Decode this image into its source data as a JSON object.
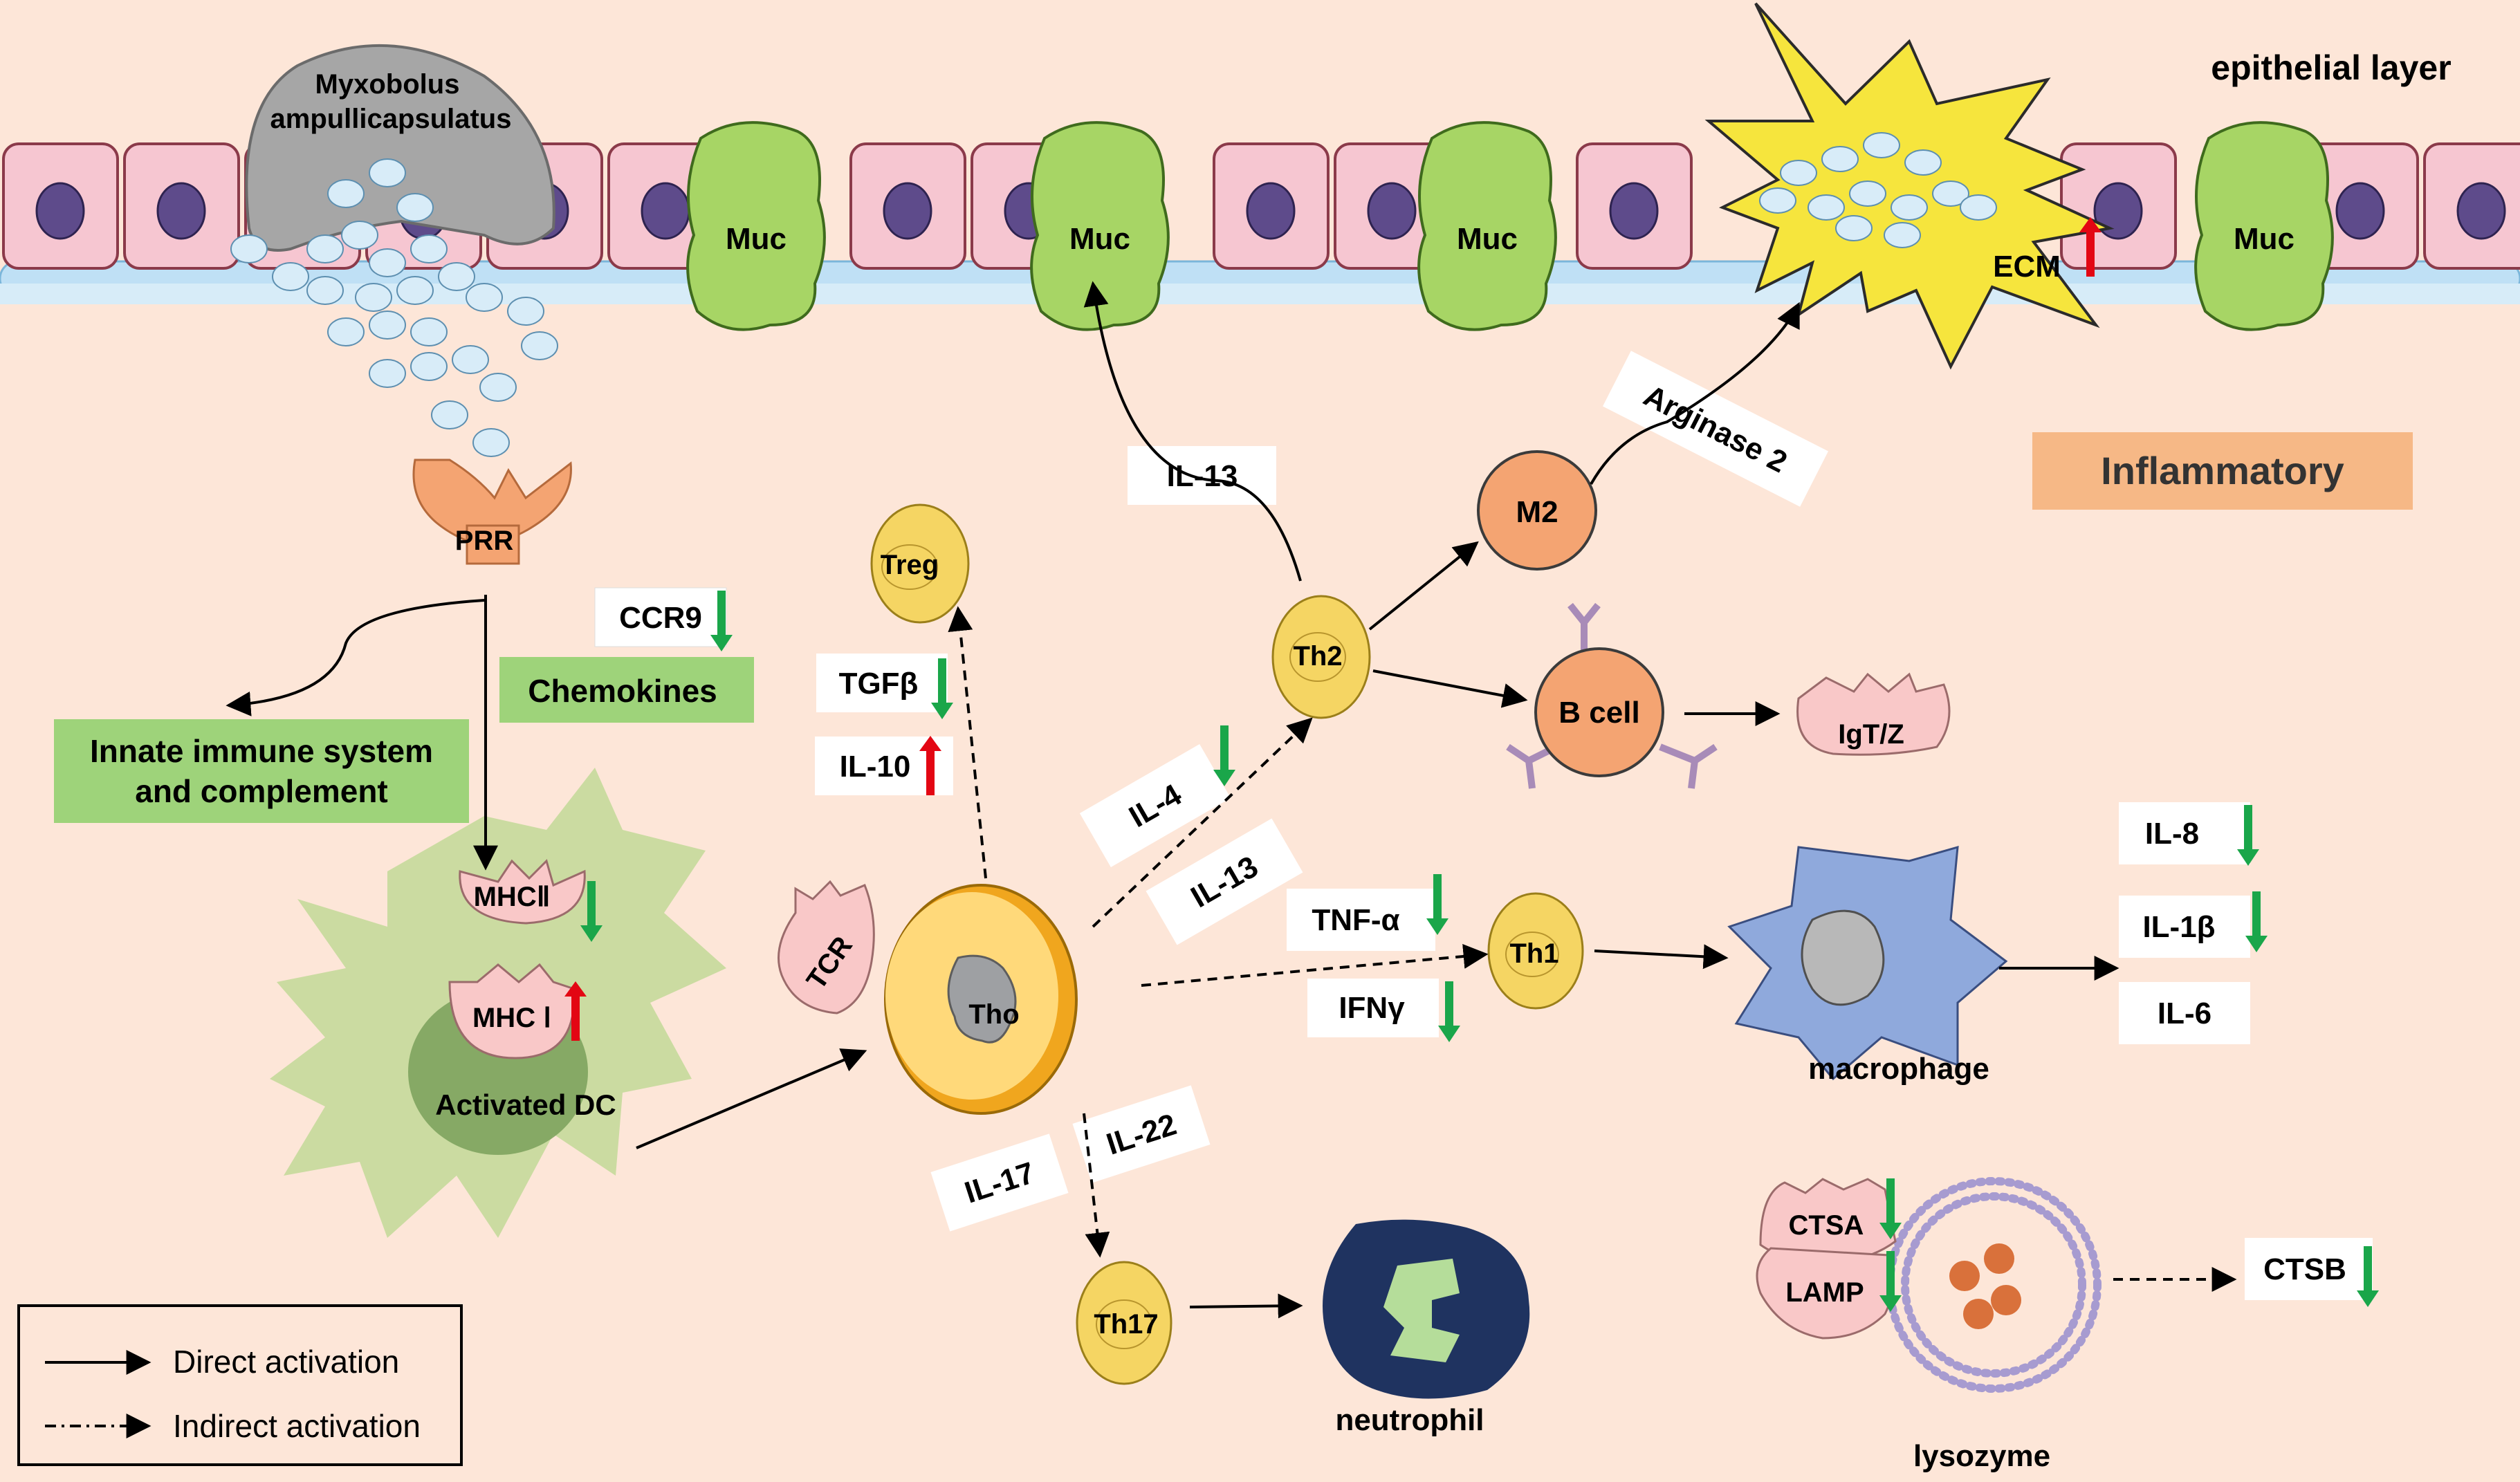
{
  "epithelium": {
    "title": "epithelial layer",
    "mucus_label": "Muc",
    "ecm_label": "ECM"
  },
  "parasite": {
    "line1": "Myxobolus",
    "line2": "ampullicapsulatus"
  },
  "receptor": {
    "prr": "PRR"
  },
  "chemo": {
    "ccr9": "CCR9",
    "chemokines": "Chemokines"
  },
  "innate": {
    "line1": "Innate immune system",
    "line2": "and complement"
  },
  "dc": {
    "mhc2": "MHCⅡ",
    "mhc1": "MHC Ⅰ",
    "label": "Activated DC"
  },
  "tcell": {
    "tcr": "TCR",
    "tho": "Tho"
  },
  "cells": {
    "treg": "Treg",
    "th2": "Th2",
    "th1": "Th1",
    "th17": "Th17",
    "m2": "M2",
    "bcell": "B cell",
    "igtz": "IgT/Z",
    "macrophage": "macrophage",
    "neutrophil": "neutrophil",
    "lysozyme": "lysozyme"
  },
  "cytokines": {
    "tgfb": "TGFβ",
    "il10": "IL-10",
    "il4": "IL-4",
    "il13_a": "IL-13",
    "il13_b": "IL-13",
    "tnfa": "TNF-α",
    "ifng": "IFNγ",
    "il17": "IL-17",
    "il22": "IL-22",
    "il8": "IL-8",
    "il1b": "IL-1β",
    "il6": "IL-6",
    "arginase": "Arginase 2",
    "ctsa": "CTSA",
    "lamp": "LAMP",
    "ctsb": "CTSB"
  },
  "inflammatory": "Inflammatory",
  "legend": {
    "direct": "Direct activation",
    "indirect": "Indirect activation"
  },
  "colors": {
    "background": "#fde6d8",
    "up": "#e30613",
    "down": "#1aa64a",
    "green_box": "#9ed37a",
    "orange_box": "#f6b886"
  }
}
